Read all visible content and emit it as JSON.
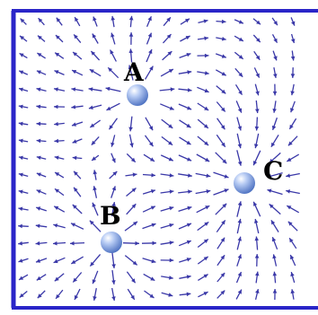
{
  "diagram": {
    "frame_color": "#2a25c8",
    "arrow_color": "#3a38a8",
    "charge_color": "#8fb0e8",
    "charges": [
      {
        "id": "A",
        "label": "A",
        "role": "source"
      },
      {
        "id": "B",
        "label": "B",
        "role": "source"
      },
      {
        "id": "C",
        "label": "C",
        "role": "sink"
      }
    ]
  }
}
